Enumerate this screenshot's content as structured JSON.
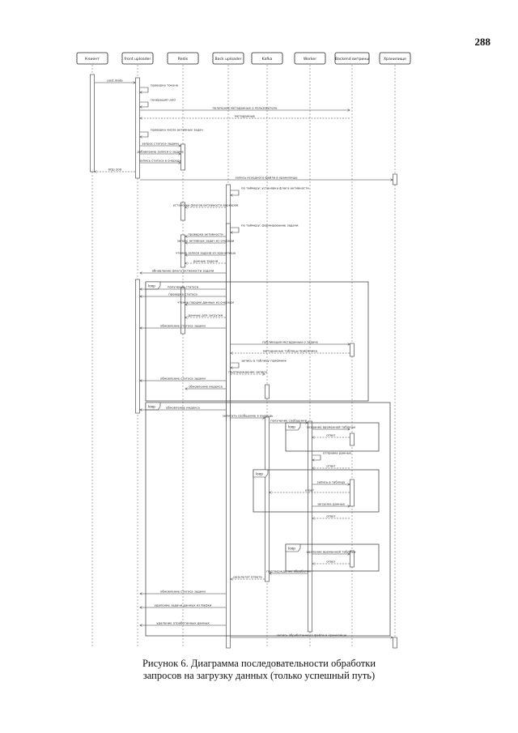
{
  "page_number": "288",
  "caption": {
    "line1": "Рисунок 6. Диаграмма последовательности обработки",
    "line2": "запросов на загрузку данных (только успешный путь)"
  },
  "participants": [
    {
      "id": "client",
      "label": "Клиент"
    },
    {
      "id": "front",
      "label": "front uploader"
    },
    {
      "id": "redis",
      "label": "Redis"
    },
    {
      "id": "back",
      "label": "Back uploader"
    },
    {
      "id": "kafka",
      "label": "Kafka"
    },
    {
      "id": "worker",
      "label": "Worker"
    },
    {
      "id": "backend",
      "label": "Backend витрины"
    },
    {
      "id": "store",
      "label": "Хранилище"
    }
  ],
  "messages": [
    {
      "label": "post /data"
    },
    {
      "label": "проверка токена"
    },
    {
      "label": "генерация uuid"
    },
    {
      "label": "получение метаданных о пользователе"
    },
    {
      "label": "метаданные"
    },
    {
      "label": "проверка числа активных задач"
    },
    {
      "label": "запрос статуса задачи"
    },
    {
      "label": "добавление записи о задаче"
    },
    {
      "label": "запись статуса в очередь"
    },
    {
      "label": "http 200"
    },
    {
      "label": "запись исходного файла в хранилище"
    },
    {
      "label": "по таймеру: установка флага активности"
    },
    {
      "label": "установка флагов активности воркеров"
    },
    {
      "label": "по таймеру: формирование задачи"
    },
    {
      "label": "проверка активности"
    },
    {
      "label": "запрос активных задач из очереди"
    },
    {
      "label": "чтение записи задачи из хранилища"
    },
    {
      "label": "данные задачи"
    },
    {
      "label": "обновление флага активности задачи"
    },
    {
      "label": "получение статуса"
    },
    {
      "label": "проверка статуса"
    },
    {
      "label": "чтение порции данных из очереди"
    },
    {
      "label": "данные для загрузки"
    },
    {
      "label": "обновление статуса задачи"
    },
    {
      "label": "публикация метаданных о задаче"
    },
    {
      "label": "метаданные таблицы приёмника"
    },
    {
      "label": "запись в таблицу приёмник"
    },
    {
      "label": "подтверждение записи"
    },
    {
      "label": "обновление статуса задачи"
    },
    {
      "label": "обновление индекса"
    },
    {
      "label": "обновление индекса"
    },
    {
      "label": "записать сообщение в очередь"
    },
    {
      "label": "получение сообщения"
    },
    {
      "label": "создание временной таблицы"
    },
    {
      "label": "ответ"
    },
    {
      "label": "отправка данных"
    },
    {
      "label": "ответ"
    },
    {
      "label": "запись в таблицу"
    },
    {
      "label": "ответ"
    },
    {
      "label": "загрузка данных"
    },
    {
      "label": "ответ"
    },
    {
      "label": "удаление временной таблицы"
    },
    {
      "label": "ответ"
    },
    {
      "label": "подтверждение обработки"
    },
    {
      "label": "результат ответа"
    },
    {
      "label": "обновление статуса задачи"
    },
    {
      "label": "удаление задачи данных из Кафки"
    },
    {
      "label": "удаление отработанных данных"
    },
    {
      "label": "запись обработанного файла в хранилище"
    }
  ],
  "fragments": [
    {
      "label": "loop"
    },
    {
      "label": "loop"
    },
    {
      "label": "loop"
    },
    {
      "label": "loop"
    },
    {
      "label": "loop"
    }
  ]
}
